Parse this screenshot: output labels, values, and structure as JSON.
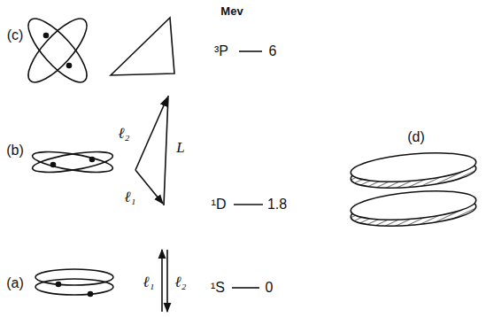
{
  "diagram": {
    "labels": [
      "Mev",
      "(c)",
      "³P",
      "6",
      "ℓ₂",
      "L",
      "(b)",
      "ℓ₁",
      "¹D",
      "1.8",
      "(d)",
      "(a)",
      "ℓ₁",
      "ℓ₂",
      "¹S",
      "0"
    ]
  }
}
